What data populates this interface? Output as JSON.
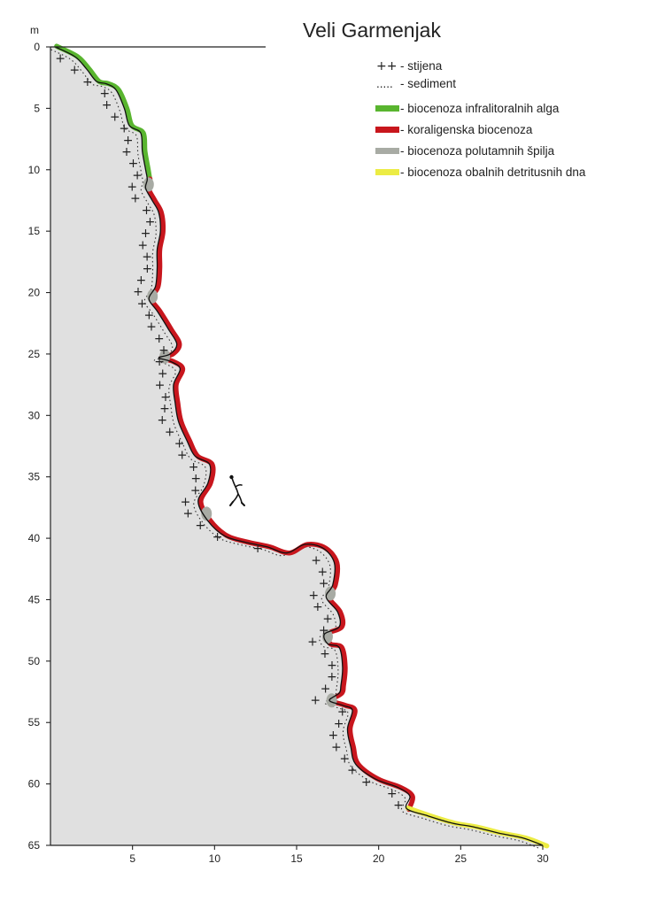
{
  "chart_data": {
    "type": "line",
    "title": "Veli Garmenjak",
    "ylabel": "m",
    "xlabel": "",
    "xlim": [
      0,
      30
    ],
    "ylim": [
      0,
      65
    ],
    "y_inverted": true,
    "x_ticks": [
      5,
      10,
      15,
      20,
      25,
      30
    ],
    "y_ticks": [
      0,
      5,
      10,
      15,
      20,
      25,
      30,
      35,
      40,
      45,
      50,
      55,
      60,
      65
    ],
    "profile": [
      [
        0.3,
        0.0
      ],
      [
        1.5,
        0.8
      ],
      [
        2.2,
        1.8
      ],
      [
        2.8,
        2.8
      ],
      [
        3.4,
        3.0
      ],
      [
        4.0,
        3.5
      ],
      [
        4.5,
        5.0
      ],
      [
        4.8,
        6.4
      ],
      [
        5.5,
        7.0
      ],
      [
        5.6,
        8.5
      ],
      [
        5.8,
        10.0
      ],
      [
        5.9,
        10.8
      ],
      [
        5.8,
        11.5
      ],
      [
        6.2,
        12.5
      ],
      [
        6.6,
        13.5
      ],
      [
        6.7,
        15.0
      ],
      [
        6.5,
        16.5
      ],
      [
        6.5,
        18.0
      ],
      [
        6.4,
        19.5
      ],
      [
        6.0,
        20.5
      ],
      [
        6.5,
        21.5
      ],
      [
        7.2,
        23.0
      ],
      [
        7.7,
        24.2
      ],
      [
        7.3,
        25.0
      ],
      [
        6.6,
        25.3
      ],
      [
        7.3,
        25.6
      ],
      [
        7.9,
        26.2
      ],
      [
        7.5,
        27.5
      ],
      [
        7.6,
        29.0
      ],
      [
        7.8,
        30.5
      ],
      [
        8.3,
        32.0
      ],
      [
        8.8,
        33.3
      ],
      [
        9.7,
        34.0
      ],
      [
        9.6,
        35.5
      ],
      [
        9.0,
        37.0
      ],
      [
        9.6,
        38.6
      ],
      [
        10.6,
        39.8
      ],
      [
        11.8,
        40.3
      ],
      [
        13.2,
        40.7
      ],
      [
        14.4,
        41.2
      ],
      [
        15.5,
        40.5
      ],
      [
        16.6,
        40.8
      ],
      [
        17.3,
        42.0
      ],
      [
        17.2,
        43.8
      ],
      [
        16.8,
        44.8
      ],
      [
        17.5,
        46.0
      ],
      [
        17.6,
        47.2
      ],
      [
        16.7,
        47.8
      ],
      [
        16.9,
        48.6
      ],
      [
        17.6,
        48.9
      ],
      [
        17.8,
        50.5
      ],
      [
        17.7,
        52.0
      ],
      [
        17.6,
        52.6
      ],
      [
        17.0,
        53.2
      ],
      [
        17.8,
        53.6
      ],
      [
        18.4,
        54.0
      ],
      [
        18.1,
        55.5
      ],
      [
        18.3,
        57.0
      ],
      [
        18.6,
        58.4
      ],
      [
        19.8,
        59.6
      ],
      [
        21.2,
        60.3
      ],
      [
        21.9,
        61.0
      ],
      [
        21.7,
        62.0
      ],
      [
        23.0,
        62.6
      ],
      [
        24.5,
        63.2
      ],
      [
        25.8,
        63.5
      ],
      [
        27.3,
        64.0
      ],
      [
        28.8,
        64.4
      ],
      [
        30.0,
        65.0
      ]
    ],
    "zones": [
      {
        "biocenosis": "infralittoral-algae",
        "from_depth": 0,
        "to_depth": 10.8
      },
      {
        "biocenosis": "coralligenous",
        "from_depth": 10.8,
        "to_depth": 62.0
      },
      {
        "biocenosis": "semi-dark-caves",
        "at_depths": [
          11.2,
          20.3,
          25.2,
          38.0,
          44.5,
          48.0,
          53.2
        ]
      },
      {
        "biocenosis": "coastal-detritic-bottoms",
        "from_depth": 62.0,
        "to_depth": 65.0
      }
    ]
  },
  "legend": [
    {
      "key": "rock",
      "symbol": "++",
      "label": "- stijena"
    },
    {
      "key": "sediment",
      "symbol": ".....",
      "label": "- sediment"
    },
    {
      "key": "infralittoral-algae",
      "color": "#59b52f",
      "label": "- biocenoza infralitoralnih alga"
    },
    {
      "key": "coralligenous",
      "color": "#c8161d",
      "label": "- koraligenska biocenoza"
    },
    {
      "key": "semi-dark-caves",
      "color": "#a8aba4",
      "label": "- biocenoza polutamnih špilja"
    },
    {
      "key": "coastal-detritic-bottoms",
      "color": "#ecec44",
      "label": "- biocenoza obalnih detritusnih dna"
    }
  ],
  "colors": {
    "seabed_fill": "#e0e0e0",
    "axis": "#222222",
    "profile_outline": "#111111"
  },
  "icons": {
    "diver": "diver-icon"
  }
}
